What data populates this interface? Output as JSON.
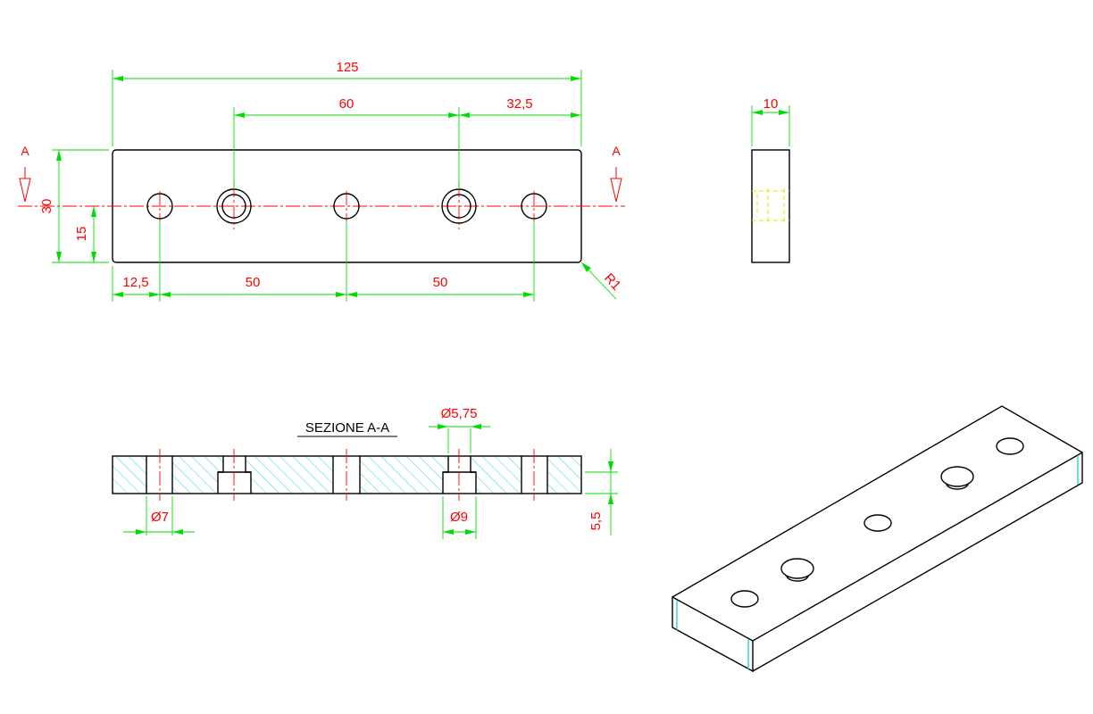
{
  "drawing": {
    "front_view": {
      "dims": {
        "overall_length": "125",
        "hole_spacing_counterbored": "60",
        "end_to_counterbore": "32,5",
        "height": "30",
        "half_height": "15",
        "first_hole_offset": "12,5",
        "hole_spacing_left": "50",
        "hole_spacing_right": "50",
        "corner_radius": "R1"
      },
      "section_marker_left": "A",
      "section_marker_right": "A"
    },
    "side_view": {
      "dims": {
        "thickness": "10"
      }
    },
    "section_view": {
      "title": "SEZIONE A-A",
      "dims": {
        "counterbore_diameter_top": "Ø5,75",
        "through_hole_diameter": "Ø7",
        "counterbore_diameter": "Ø9",
        "counterbore_depth": "5,5"
      }
    }
  },
  "colors": {
    "object_lines": "#000000",
    "center_lines": "#ff0000",
    "dimension_lines": "#00dd00",
    "dimension_text": "#ff0000",
    "hatching": "#00cccc",
    "hidden_lines": "#e8e800"
  }
}
